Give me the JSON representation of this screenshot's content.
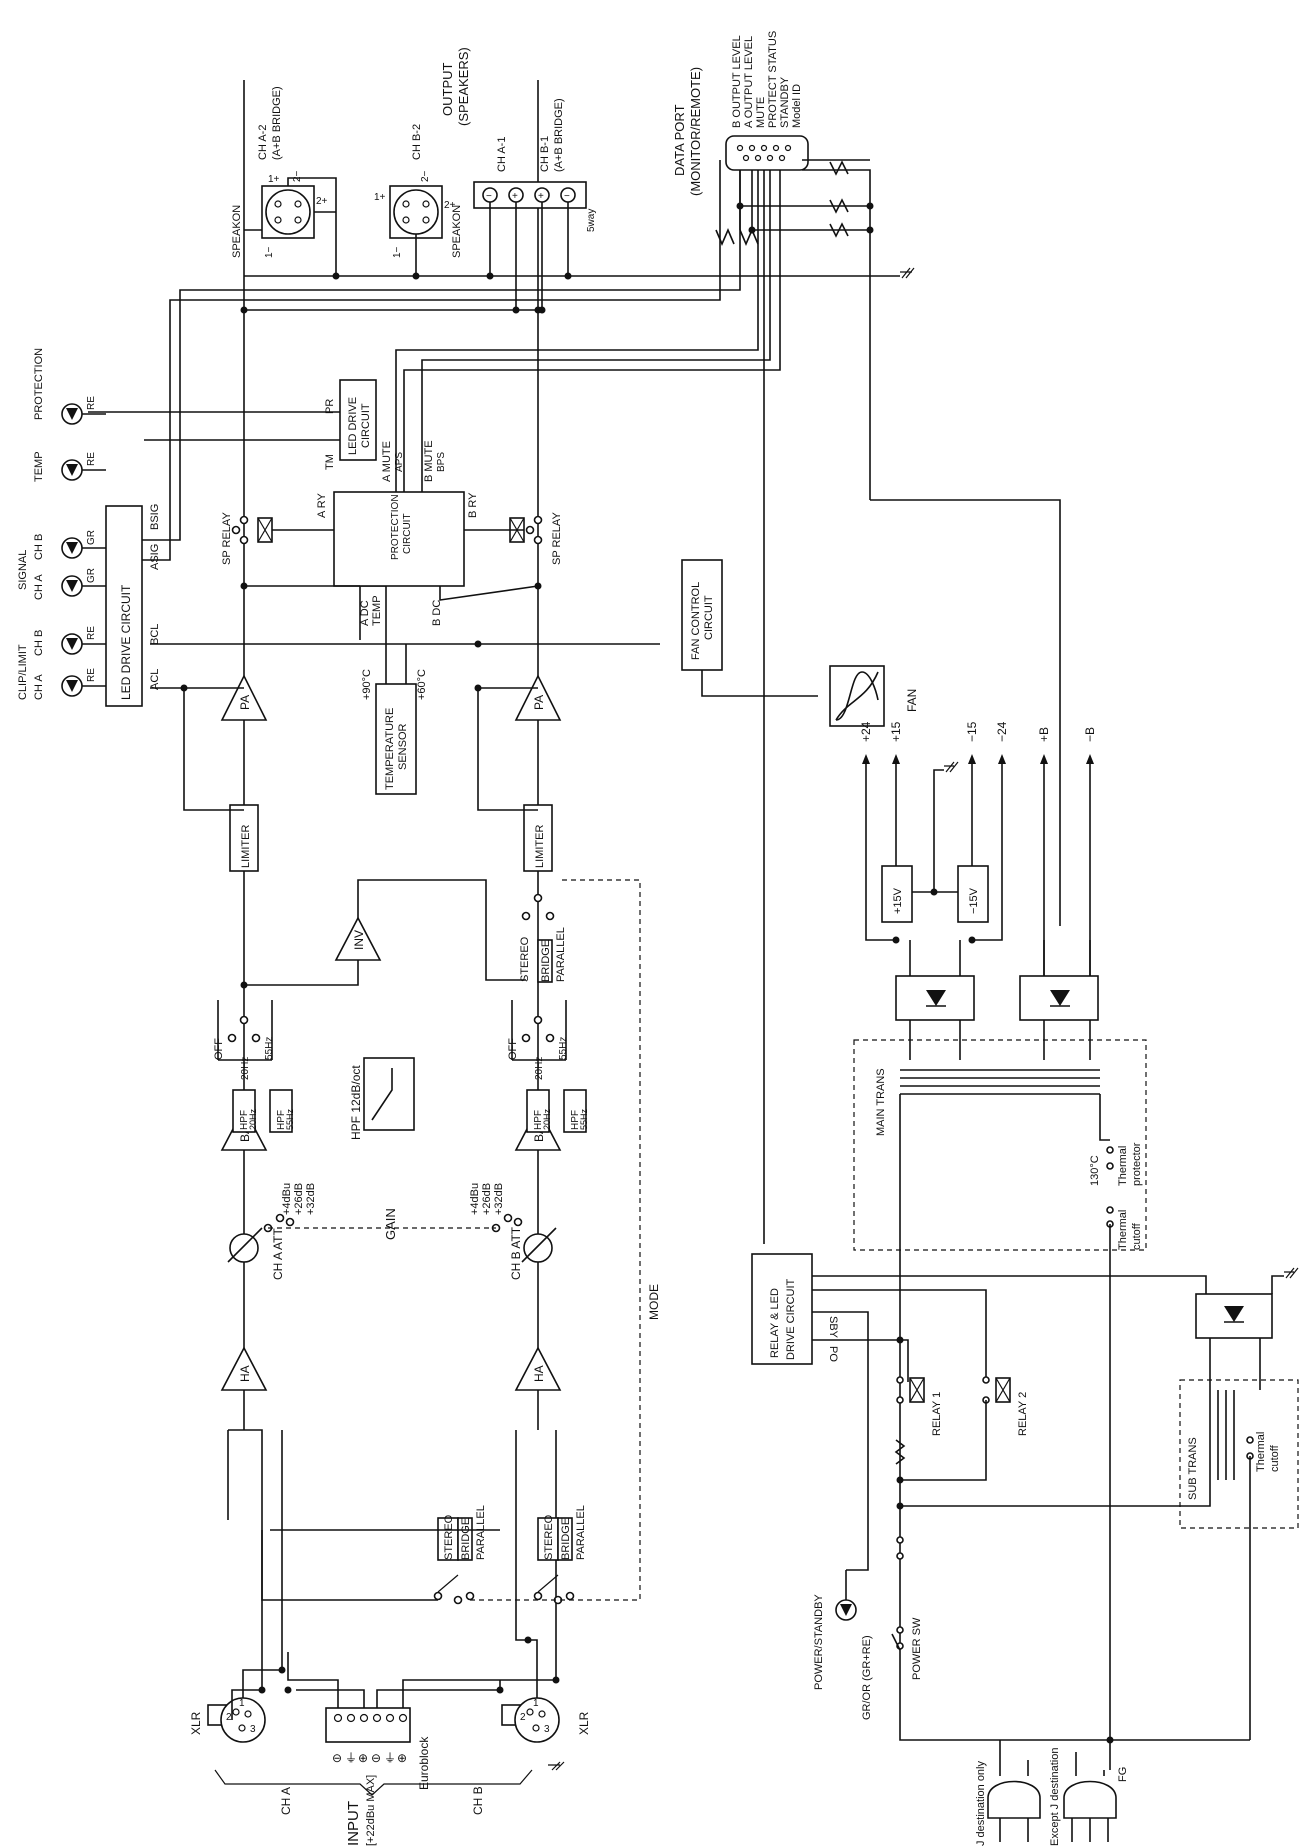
{
  "inputs": {
    "input_title": "INPUT",
    "input_spec": "[+22dBu MAX]",
    "ch_a": "CH A",
    "ch_b": "CH B",
    "xlr": "XLR",
    "euroblock": "Euroblock",
    "pins": [
      "1",
      "2",
      "3"
    ],
    "euro_pins": [
      "⊖",
      "⏚",
      "⊕",
      "⊖",
      "⏚",
      "⊕"
    ]
  },
  "modes": {
    "mode": "MODE",
    "stereo": "STEREO",
    "bridge": "BRIDGE",
    "parallel": "PARALLEL"
  },
  "channel_a": {
    "ha": "HA",
    "att": "CH A ATT",
    "ba": "BA",
    "off": "OFF",
    "hz20": "20Hz",
    "hz55": "55Hz",
    "hpf20": [
      "HPF",
      "20Hz"
    ],
    "hpf55": [
      "HPF",
      "55Hz"
    ],
    "limiter": "LIMITER",
    "pa": "PA",
    "sp_relay": "SP RELAY"
  },
  "channel_b": {
    "ha": "HA",
    "att": "CH B ATT",
    "ba": "BA",
    "off": "OFF",
    "hz20": "20Hz",
    "hz55": "55Hz",
    "hpf20": [
      "HPF",
      "20Hz"
    ],
    "hpf55": [
      "HPF",
      "55Hz"
    ],
    "limiter": "LIMITER",
    "pa": "PA",
    "sp_relay": "SP RELAY"
  },
  "gain": {
    "label": "GAIN",
    "options": [
      "+4dBu",
      "+26dB",
      "+32dB"
    ]
  },
  "hpf_curve_label": "HPF 12dB/oct",
  "inv": "INV",
  "temperature": {
    "sensor": [
      "TEMPERATURE",
      "SENSOR"
    ],
    "t90": "+90°C",
    "t60": "+60°C"
  },
  "protection": {
    "circuit": [
      "PROTECTION",
      "CIRCUIT"
    ],
    "a_dc": "A DC",
    "temp": "TEMP",
    "b_dc": "B DC",
    "a_ry": "A RY",
    "b_ry": "B RY",
    "a_mute": "A MUTE",
    "aps": "APS",
    "b_mute": "B MUTE",
    "bps": "BPS"
  },
  "led_drive_top": {
    "lines": [
      "LED DRIVE",
      "CIRCUIT"
    ],
    "tm": "TM",
    "pr": "PR"
  },
  "led_drive_left": {
    "label": "LED DRIVE CIRCUIT",
    "acl": "ACL",
    "bcl": "BCL",
    "asig": "ASIG",
    "bsig": "BSIG"
  },
  "indicators": {
    "temp": "TEMP",
    "protection": "PROTECTION",
    "clip_limit": "CLIP/LIMIT",
    "signal": "SIGNAL",
    "ch_a": "CH A",
    "ch_b": "CH B",
    "re": "RE",
    "gr": "GR"
  },
  "fan": {
    "control": [
      "FAN CONTROL",
      "CIRCUIT"
    ],
    "label": "FAN"
  },
  "outputs": {
    "title": [
      "OUTPUT",
      "(SPEAKERS)"
    ],
    "speakon": "SPEAKON",
    "ch_a2": [
      "CH A-2",
      "(A+B BRIDGE)"
    ],
    "ch_b2": "CH B-2",
    "ch_a1": "CH A-1",
    "ch_b1": [
      "CH B-1",
      "(A+B BRIDGE)"
    ],
    "fiveway": "5way",
    "pin_labels": [
      "1+",
      "1−",
      "2+",
      "2−"
    ]
  },
  "data_port": {
    "title": [
      "DATA PORT",
      "(MONITOR/REMOTE)"
    ],
    "signals": [
      "B OUTPUT LEVEL",
      "A OUTPUT LEVEL",
      "MUTE",
      "PROTECT STATUS",
      "STANDBY",
      "Model ID"
    ]
  },
  "power": {
    "rails": [
      "+24",
      "+15",
      "−15",
      "−24",
      "+B",
      "−B"
    ],
    "reg_pos": "+15V",
    "reg_neg": "−15V",
    "main_trans": "MAIN TRANS",
    "thermal_cutoff": [
      "Thermal",
      "cutoff"
    ],
    "thermal_protector": [
      "Thermal",
      "protector"
    ],
    "deg130": "130°C",
    "relay_led": [
      "RELAY & LED",
      "DRIVE CIRCUIT"
    ],
    "sby": "SBY",
    "po": "PO",
    "relay1": "RELAY 1",
    "relay2": "RELAY 2",
    "sub_trans": "SUB TRANS",
    "power_sw": "POWER SW",
    "power_standby": "POWER/STANDBY",
    "led_color": "GR/OR (GR+RE)",
    "j_dest": "J destination only",
    "except_j": "Except J destination",
    "fg": "FG"
  }
}
